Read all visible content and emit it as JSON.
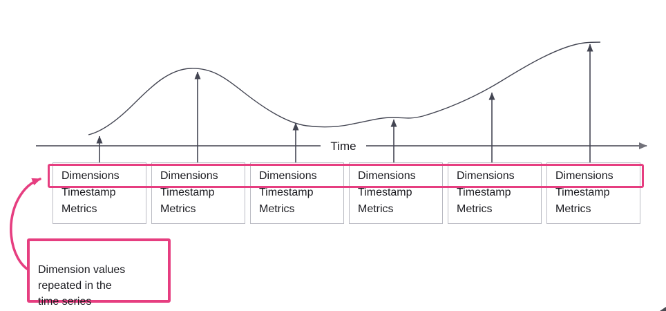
{
  "diagram": {
    "axis": {
      "label": "Time"
    },
    "records": [
      {
        "dimensions": "Dimensions",
        "timestamp": "Timestamp",
        "metrics": "Metrics"
      },
      {
        "dimensions": "Dimensions",
        "timestamp": "Timestamp",
        "metrics": "Metrics"
      },
      {
        "dimensions": "Dimensions",
        "timestamp": "Timestamp",
        "metrics": "Metrics"
      },
      {
        "dimensions": "Dimensions",
        "timestamp": "Timestamp",
        "metrics": "Metrics"
      },
      {
        "dimensions": "Dimensions",
        "timestamp": "Timestamp",
        "metrics": "Metrics"
      },
      {
        "dimensions": "Dimensions",
        "timestamp": "Timestamp",
        "metrics": "Metrics"
      }
    ],
    "callout": {
      "text": "Dimension values\nrepeated in the\ntime series"
    },
    "colors": {
      "accent_pink": "#e63e80",
      "curve_dark": "#434552",
      "axis_gray": "#71717a",
      "box_border": "#b9bac2",
      "text_dark": "#1b1b20"
    }
  }
}
